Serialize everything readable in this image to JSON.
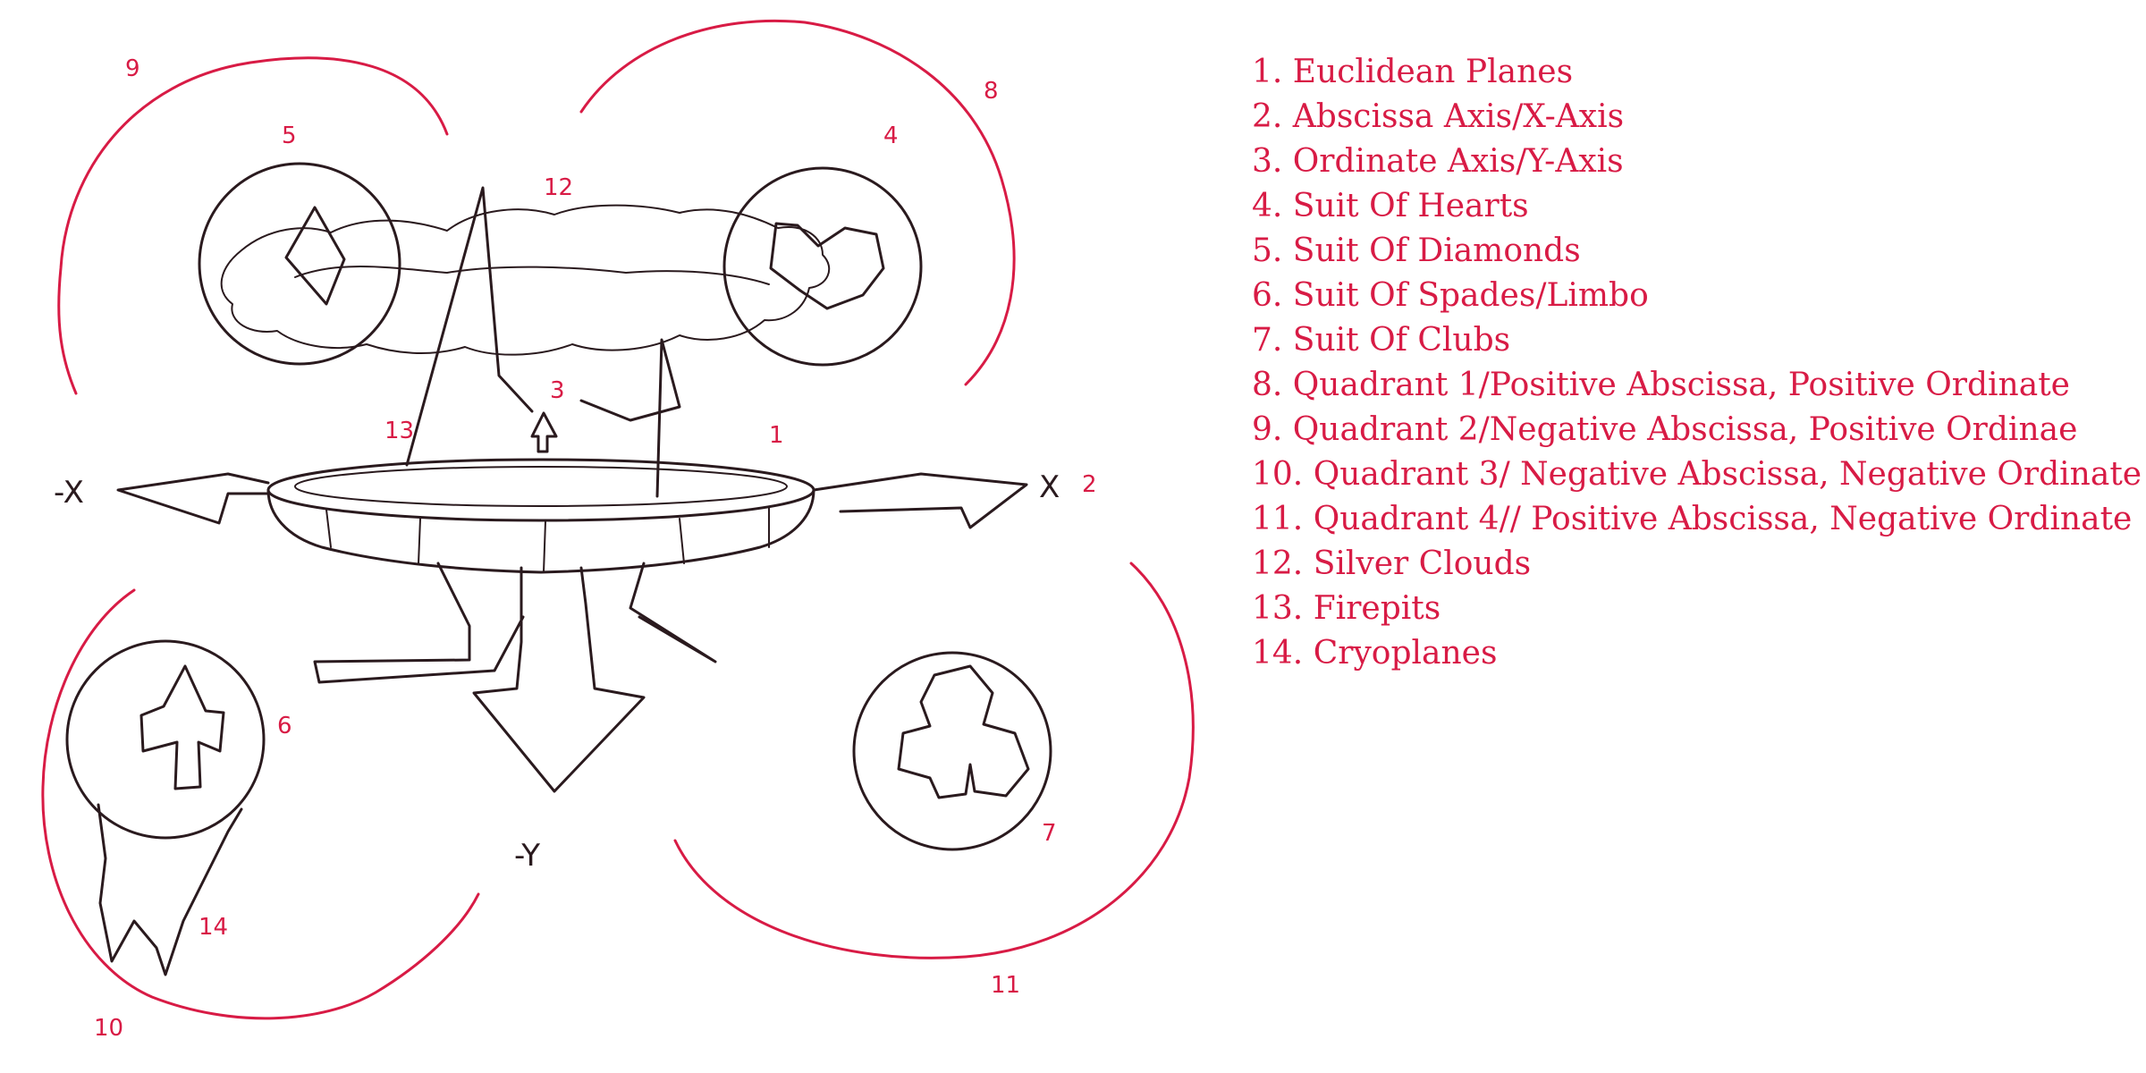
{
  "diagram": {
    "axis_labels": {
      "neg_x": "-X",
      "pos_x": "X",
      "neg_y": "-Y"
    },
    "number_markers": [
      "1",
      "2",
      "3",
      "4",
      "5",
      "6",
      "7",
      "8",
      "9",
      "10",
      "11",
      "12",
      "13",
      "14"
    ],
    "colors": {
      "ink": "#2a1a1e",
      "annotation": "#d81b45",
      "background": "#ffffff"
    },
    "icons": [
      "diamond-icon",
      "heart-icon",
      "spade-icon",
      "club-icon"
    ]
  },
  "legend": {
    "items": [
      "1. Euclidean Planes",
      "2. Abscissa Axis/X-Axis",
      "3. Ordinate Axis/Y-Axis",
      "4. Suit Of Hearts",
      "5. Suit Of Diamonds",
      "6. Suit Of Spades/Limbo",
      "7. Suit Of Clubs",
      "8. Quadrant 1/Positive Abscissa, Positive Ordinate",
      "9. Quadrant 2/Negative Abscissa, Positive Ordinae",
      "10. Quadrant 3/ Negative Abscissa, Negative Ordinate",
      "11. Quadrant 4// Positive Abscissa, Negative Ordinate",
      "12. Silver Clouds",
      "13. Firepits",
      "14. Cryoplanes"
    ]
  }
}
